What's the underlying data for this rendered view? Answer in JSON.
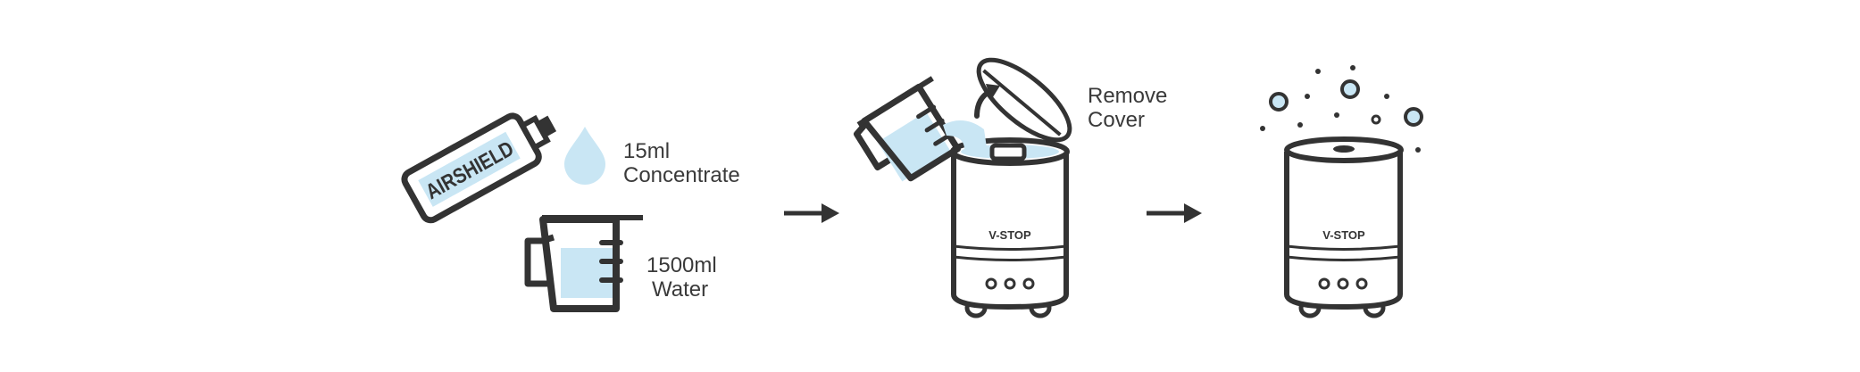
{
  "step1": {
    "bottle_brand": "AIRSHIELD",
    "concentrate_line1": "15ml",
    "concentrate_line2": "Concentrate",
    "water_line1": "1500ml",
    "water_line2": "Water"
  },
  "step2": {
    "device_brand": "V-STOP",
    "cover_line1": "Remove",
    "cover_line2": "Cover"
  },
  "step3": {
    "device_brand": "V-STOP"
  },
  "colors": {
    "stroke": "#333333",
    "liquid": "#c9e6f4",
    "text": "#3a3a3a"
  }
}
